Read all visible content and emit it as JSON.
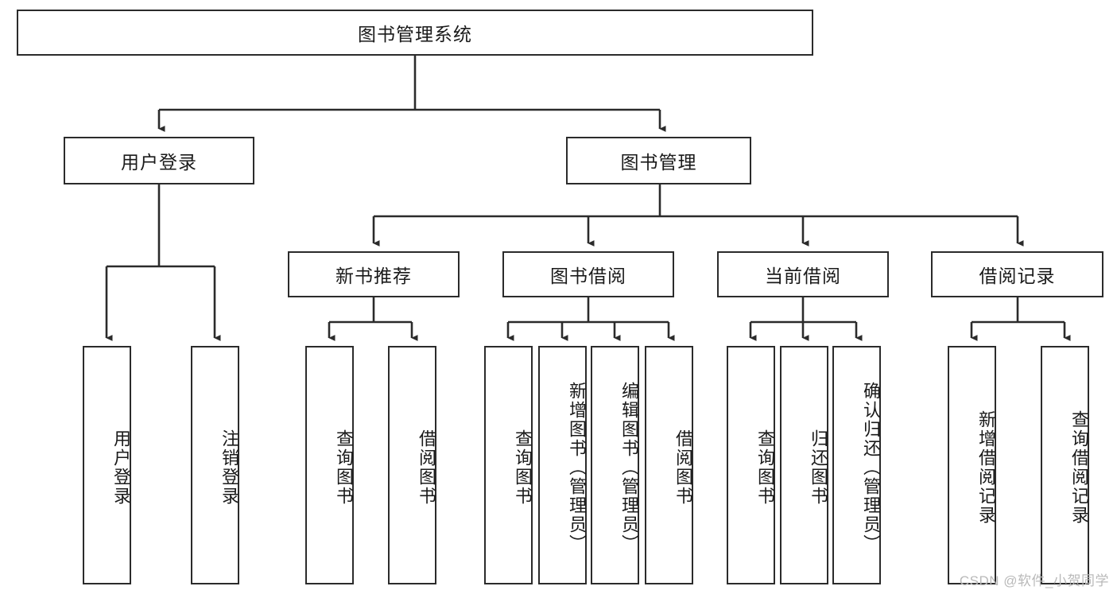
{
  "diagram": {
    "type": "tree",
    "title_node": "图书管理系统",
    "watermark": "CSDN @软件_小贺同学",
    "colors": {
      "box_border": "#2b2b2b",
      "box_fill": "#ffffff",
      "connector": "#2b2b2b",
      "text": "#1a1a1a",
      "watermark": "#b9b9b9"
    },
    "nodes": {
      "root": {
        "label": "图书管理系统"
      },
      "level1": [
        {
          "id": "user-login",
          "label": "用户登录"
        },
        {
          "id": "book-manage",
          "label": "图书管理"
        }
      ],
      "level2": [
        {
          "id": "new-book-recommend",
          "label": "新书推荐"
        },
        {
          "id": "book-borrow",
          "label": "图书借阅"
        },
        {
          "id": "current-borrow",
          "label": "当前借阅"
        },
        {
          "id": "borrow-record",
          "label": "借阅记录"
        }
      ],
      "leaves": {
        "user-login": [
          {
            "id": "leaf-user-login",
            "label": "用户登录"
          },
          {
            "id": "leaf-user-logout",
            "label": "注销登录"
          }
        ],
        "new-book-recommend": [
          {
            "id": "leaf-query-book-1",
            "label": "查询图书"
          },
          {
            "id": "leaf-borrow-book-1",
            "label": "借阅图书"
          }
        ],
        "book-borrow": [
          {
            "id": "leaf-query-book-2",
            "label": "查询图书"
          },
          {
            "id": "leaf-add-book",
            "label": "新增图书（管理员）"
          },
          {
            "id": "leaf-edit-book",
            "label": "编辑图书（管理员）"
          },
          {
            "id": "leaf-borrow-book-2",
            "label": "借阅图书"
          }
        ],
        "current-borrow": [
          {
            "id": "leaf-query-book-3",
            "label": "查询图书"
          },
          {
            "id": "leaf-return-book",
            "label": "归还图书"
          },
          {
            "id": "leaf-confirm-return",
            "label": "确认归还（管理员）"
          }
        ],
        "borrow-record": [
          {
            "id": "leaf-add-record",
            "label": "新增借阅记录"
          },
          {
            "id": "leaf-query-record",
            "label": "查询借阅记录"
          }
        ]
      }
    }
  }
}
